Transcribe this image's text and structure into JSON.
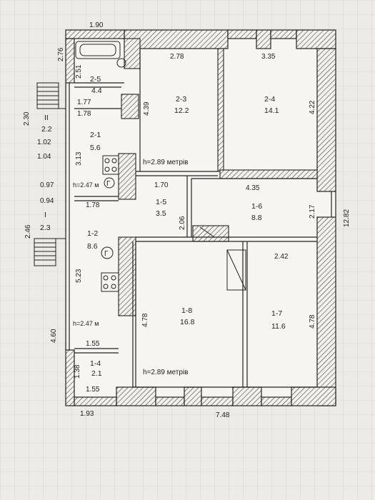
{
  "plan": {
    "dimensions": {
      "top_total": "1.90",
      "left_top_section": "2.76",
      "room_2_3_width": "2.78",
      "room_2_4_width": "3.35",
      "left_2_5_height": "2.51",
      "width_1_77": "1.77",
      "width_1_78_top": "1.78",
      "room_2_3_height": "4.39",
      "room_2_4_height": "4.22",
      "porch_II_height": "2.30",
      "porch_II_width": "1.02",
      "porch_II_inner": "1.04",
      "room_2_1_height": "3.13",
      "width_1_70": "1.70",
      "width_4_35": "4.35",
      "porch_I_outer": "0.97",
      "porch_I_inner": "0.94",
      "width_1_78_mid": "1.78",
      "room_1_5_height": "2.06",
      "room_1_6_height": "2.17",
      "overall_right": "12.82",
      "porch_I_height": "2.46",
      "room_1_2_height": "5.23",
      "width_2_42": "2.42",
      "room_1_8_height": "4.78",
      "room_1_7_height": "4.78",
      "left_lower": "4.60",
      "room_1_4_top": "1.55",
      "room_1_4_height": "1.38",
      "room_1_4_bottom": "1.55",
      "bottom_left": "1.93",
      "bottom_total": "7.48"
    },
    "rooms": [
      {
        "id": "2-5",
        "area": "4.4"
      },
      {
        "id": "2-3",
        "area": "12.2"
      },
      {
        "id": "2-4",
        "area": "14.1"
      },
      {
        "id": "II",
        "area": "2.2"
      },
      {
        "id": "2-1",
        "area": "5.6"
      },
      {
        "id": "1-5",
        "area": "3.5"
      },
      {
        "id": "1-6",
        "area": "8.8"
      },
      {
        "id": "I",
        "area": "2.3"
      },
      {
        "id": "1-2",
        "area": "8.6"
      },
      {
        "id": "1-8",
        "area": "16.8"
      },
      {
        "id": "1-7",
        "area": "11.6"
      },
      {
        "id": "1-4",
        "area": "2.1"
      }
    ],
    "notes": {
      "height_upper": "h=2.89 метрів",
      "height_lower": "h=2.89 метрів",
      "height_hall_top": "h=2.47 м",
      "height_hall_bottom": "h=2.47 м",
      "gas_symbol_1": "Г",
      "gas_symbol_2": "Г"
    }
  }
}
